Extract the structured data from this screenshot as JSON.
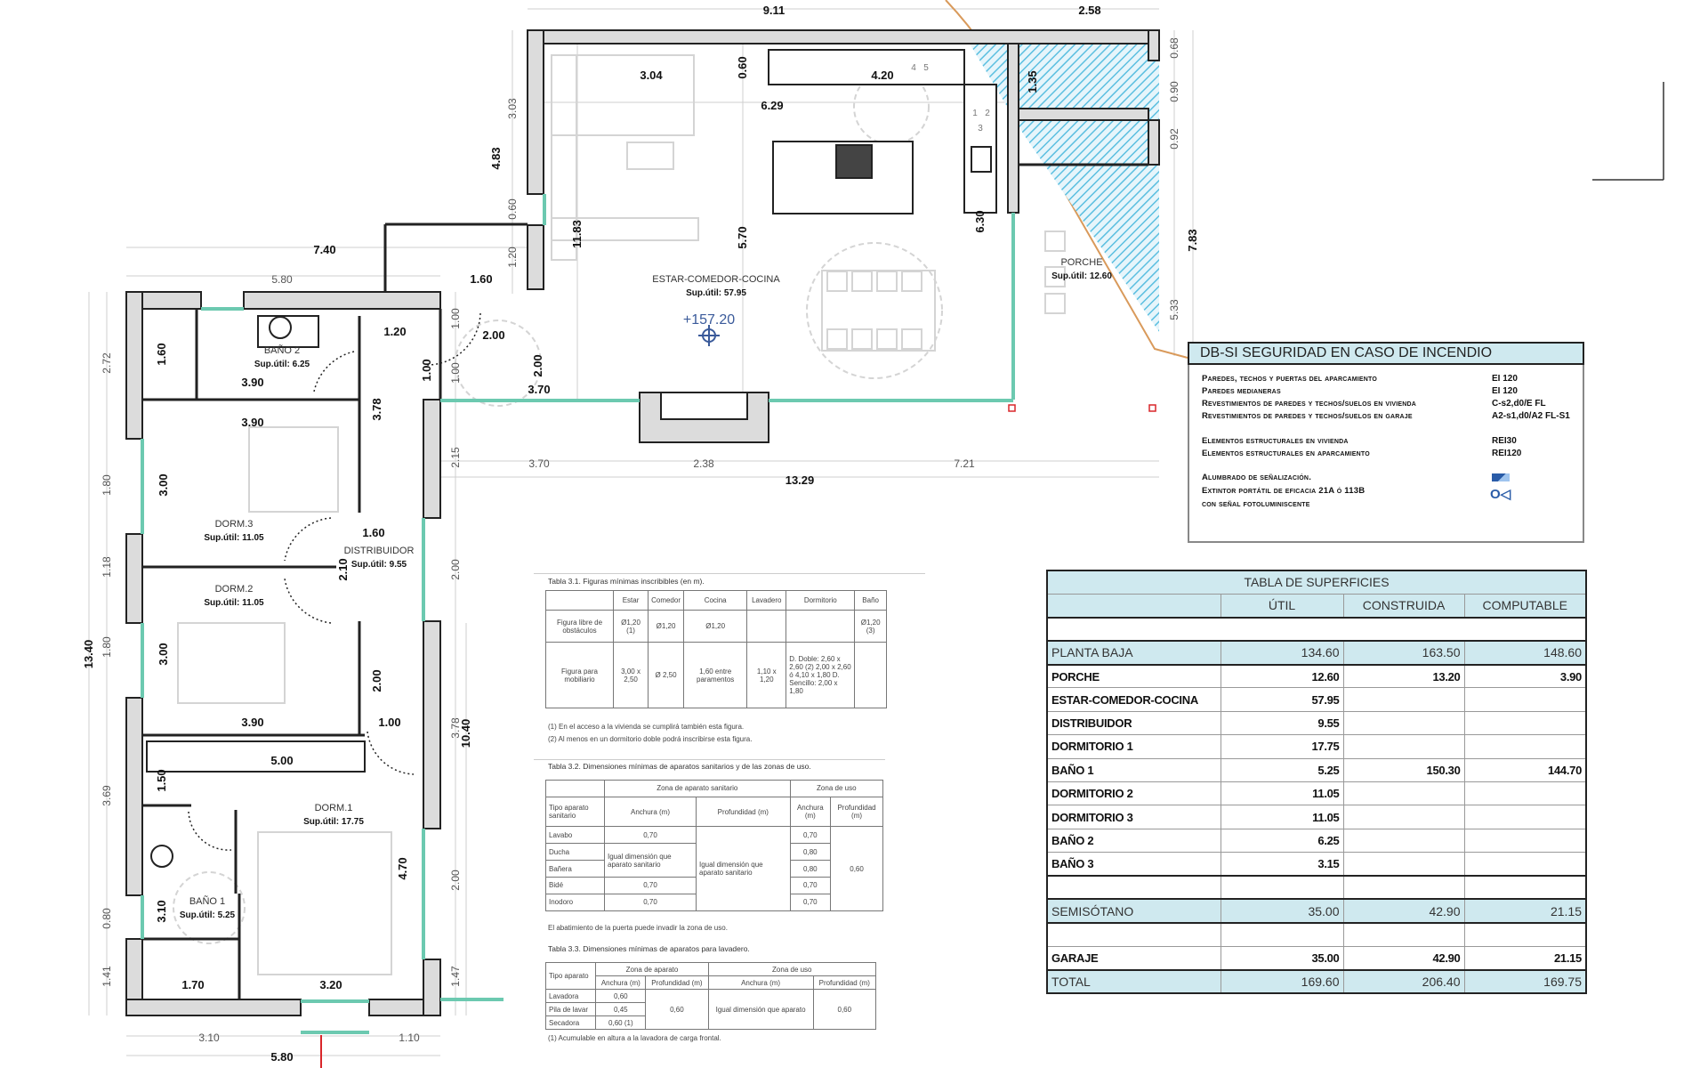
{
  "plan": {
    "dimensions": [
      "9.11",
      "2.58",
      "0.68",
      "0.90",
      "0.92",
      "7.83",
      "5.33",
      "3.04",
      "0.60",
      "4.20",
      "6.29",
      "3.03",
      "4.83",
      "0.60",
      "1.20",
      "11.83",
      "5.70",
      "6.30",
      "7.40",
      "5.80",
      "1.60",
      "1.20",
      "2.00",
      "1.00",
      "1.00",
      "1.00",
      "2.00",
      "3.70",
      "2.72",
      "1.60",
      "3.90",
      "3.78",
      "3.90",
      "3.00",
      "2.15",
      "3.70",
      "2.38",
      "7.21",
      "13.29",
      "1.80",
      "1.18",
      "1.60",
      "2.10",
      "2.00",
      "13.40",
      "1.80",
      "3.00",
      "2.00",
      "3.90",
      "1.00",
      "3.78",
      "10.40",
      "5.00",
      "1.50",
      "3.69",
      "4.70",
      "2.00",
      "3.10",
      "0.80",
      "1.70",
      "3.20",
      "1.41",
      "1.47",
      "3.10",
      "1.10",
      "5.80",
      "1.35"
    ],
    "rooms": [
      {
        "name": "ESTAR-COMEDOR-COCINA",
        "area": "Sup.útil: 57.95"
      },
      {
        "name": "PORCHE",
        "area": "Sup.útil: 12.60"
      },
      {
        "name": "BAÑO 2",
        "area": "Sup.útil: 6.25"
      },
      {
        "name": "DORM.3",
        "area": "Sup.útil: 11.05"
      },
      {
        "name": "DISTRIBUIDOR",
        "area": "Sup.útil: 9.55"
      },
      {
        "name": "DORM.2",
        "area": "Sup.útil: 11.05"
      },
      {
        "name": "DORM.1",
        "area": "Sup.útil: 17.75"
      },
      {
        "name": "BAÑO 1",
        "area": "Sup.útil: 5.25"
      }
    ],
    "elevation": "+157.20",
    "kitchen_modules": [
      "1",
      "2",
      "3",
      "4",
      "5"
    ],
    "colors": {
      "wall_fill": "#dcdcdc",
      "window": "#6cc9b0",
      "hatch": "#5bbfe0",
      "boundary": "#d99a5b",
      "marker": "#d9262a"
    }
  },
  "dbsi": {
    "title": "DB-SI   SEGURIDAD EN CASO DE INCENDIO",
    "rows": [
      {
        "label": "Paredes, techos y puertas del aparcamiento",
        "value": "EI 120"
      },
      {
        "label": "Paredes medianeras",
        "value": "EI 120"
      },
      {
        "label": "Revestimientos de paredes y techos/suelos en vivienda",
        "value": "C-s2,d0/E FL"
      },
      {
        "label": "Revestimientos de paredes y techos/suelos en garaje",
        "value": "A2-s1,d0/A2 FL-S1"
      },
      {
        "label": "Elementos estructurales en vivienda",
        "value": "REI30"
      },
      {
        "label": "Elementos estructurales en aparcamiento",
        "value": "REI120"
      },
      {
        "label": "Alumbrado de señalización.",
        "icon": "emergency-light-icon"
      },
      {
        "label": "Extintor portátil de eficacia 21A ó 113B",
        "icon": "extinguisher-icon"
      },
      {
        "label": "con señal fotoluminiscente"
      }
    ]
  },
  "superficies": {
    "title": "TABLA DE SUPERFICIES",
    "headers": [
      "ÚTIL",
      "CONSTRUIDA",
      "COMPUTABLE"
    ],
    "planta_baja": {
      "label": "PLANTA  BAJA",
      "util": "134.60",
      "construida": "163.50",
      "computable": "148.60"
    },
    "items": [
      {
        "label": "PORCHE",
        "util": "12.60",
        "construida": "13.20",
        "computable": "3.90"
      },
      {
        "label": "ESTAR-COMEDOR-COCINA",
        "util": "57.95",
        "construida": "",
        "computable": ""
      },
      {
        "label": "DISTRIBUIDOR",
        "util": "9.55",
        "construida": "",
        "computable": ""
      },
      {
        "label": "DORMITORIO 1",
        "util": "17.75",
        "construida": "",
        "computable": ""
      },
      {
        "label": "BAÑO 1",
        "util": "5.25",
        "construida": "150.30",
        "computable": "144.70"
      },
      {
        "label": "DORMITORIO 2",
        "util": "11.05",
        "construida": "",
        "computable": ""
      },
      {
        "label": "DORMITORIO 3",
        "util": "11.05",
        "construida": "",
        "computable": ""
      },
      {
        "label": "BAÑO 2",
        "util": "6.25",
        "construida": "",
        "computable": ""
      },
      {
        "label": "BAÑO 3",
        "util": "3.15",
        "construida": "",
        "computable": ""
      }
    ],
    "semisotano": {
      "label": "SEMISÓTANO",
      "util": "35.00",
      "construida": "42.90",
      "computable": "21.15"
    },
    "garaje": {
      "label": "GARAJE",
      "util": "35.00",
      "construida": "42.90",
      "computable": "21.15"
    },
    "total": {
      "label": "TOTAL",
      "util": "169.60",
      "construida": "206.40",
      "computable": "169.75"
    }
  },
  "tabla31": {
    "title": "Tabla 3.1. Figuras mínimas inscribibles (en m).",
    "headers": [
      "",
      "Estar",
      "Comedor",
      "Cocina",
      "Lavadero",
      "Dormitorio",
      "Baño"
    ],
    "rows": [
      [
        "Figura libre de obstáculos",
        "Ø1,20 (1)",
        "Ø1,20",
        "Ø1,20",
        "",
        "",
        "Ø1,20 (3)"
      ],
      [
        "Figura para mobiliario",
        "3,00 x 2,50",
        "Ø 2,50",
        "1,60 entre paramentos",
        "1,10 x 1,20",
        "D. Doble: 2,60 x 2,60 (2) 2,00 x 2,60 ó 4,10 x 1,80 D. Sencillo: 2,00 x 1,80",
        ""
      ]
    ],
    "notes": [
      "(1) En el acceso a la vivienda se cumplirá también esta figura.",
      "(2) Al menos en un dormitorio doble podrá inscribirse esta figura."
    ]
  },
  "tabla32": {
    "title": "Tabla 3.2. Dimensiones mínimas de aparatos sanitarios y de las zonas de uso.",
    "group_headers": [
      "Zona de aparato sanitario",
      "Zona de uso"
    ],
    "headers": [
      "Tipo aparato sanitario",
      "Anchura (m)",
      "Profundidad (m)",
      "Anchura (m)",
      "Profundidad (m)"
    ],
    "rows": [
      {
        "tipo": "Lavabo",
        "anchura": "0,70",
        "uso_anchura": "0,70"
      },
      {
        "tipo": "Ducha",
        "uso_anchura": "0,80"
      },
      {
        "tipo": "Bañera",
        "uso_anchura": "0,80"
      },
      {
        "tipo": "Bidé",
        "anchura": "0,70",
        "uso_anchura": "0,70"
      },
      {
        "tipo": "Inodoro",
        "anchura": "0,70",
        "uso_anchura": "0,70"
      }
    ],
    "igual_anchura": "Igual dimensión que aparato sanitario",
    "igual_profundidad": "Igual dimensión que aparato sanitario",
    "uso_profundidad": "0,60",
    "note": "El abatimiento de la puerta puede invadir la zona de uso."
  },
  "tabla33": {
    "title": "Tabla 3.3. Dimensiones mínimas de aparatos para lavadero.",
    "group_headers": [
      "Zona de aparato",
      "Zona de uso"
    ],
    "tipo_header": "Tipo aparato",
    "headers": [
      "Anchura (m)",
      "Profundidad (m)",
      "Anchura (m)",
      "Profundidad (m)"
    ],
    "rows": [
      {
        "tipo": "Lavadora",
        "anchura": "0,60"
      },
      {
        "tipo": "Pila de lavar",
        "anchura": "0,45"
      },
      {
        "tipo": "Secadora",
        "anchura": "0,60 (1)"
      }
    ],
    "profundidad": "0,60",
    "uso_anchura": "Igual dimensión que aparato",
    "uso_profundidad": "0,60",
    "note": "(1) Acumulable en altura a la lavadora de carga frontal."
  }
}
